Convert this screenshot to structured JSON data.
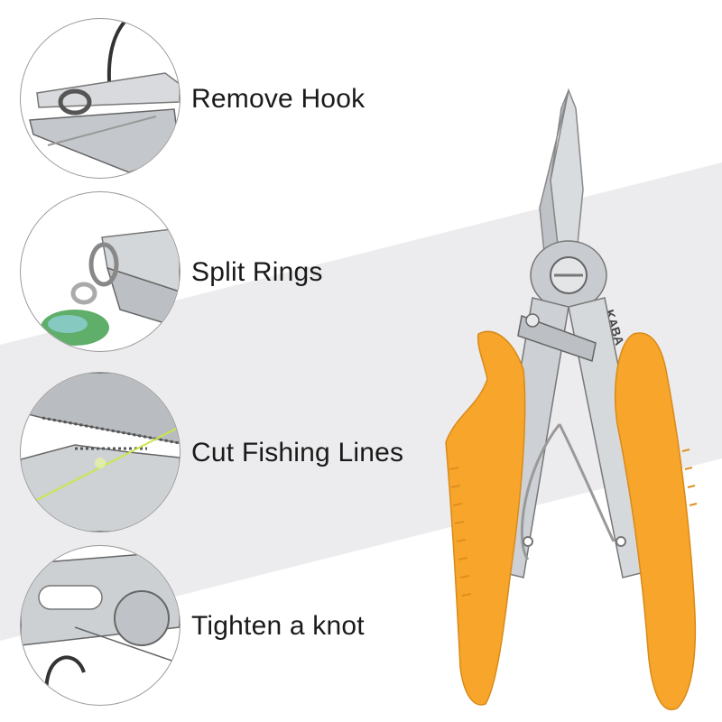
{
  "features": [
    {
      "label": "Remove Hook",
      "icon": "hook-removal-icon"
    },
    {
      "label": "Split Rings",
      "icon": "split-ring-icon"
    },
    {
      "label": "Cut Fishing Lines",
      "icon": "line-cutter-icon"
    },
    {
      "label": "Tighten a knot",
      "icon": "knot-tightener-icon"
    }
  ],
  "product": {
    "brand": "KABA",
    "colors": {
      "handle": "#f7a52b",
      "steel": "#c9ccd0",
      "band": "#eeeeef"
    }
  }
}
